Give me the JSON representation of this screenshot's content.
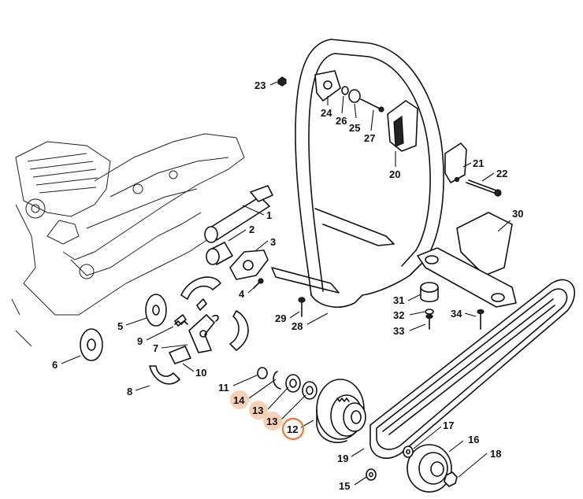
{
  "callouts": [
    {
      "id": "1",
      "label": "1"
    },
    {
      "id": "2",
      "label": "2"
    },
    {
      "id": "3",
      "label": "3"
    },
    {
      "id": "4",
      "label": "4"
    },
    {
      "id": "5",
      "label": "5"
    },
    {
      "id": "6",
      "label": "6"
    },
    {
      "id": "7",
      "label": "7"
    },
    {
      "id": "8",
      "label": "8"
    },
    {
      "id": "9",
      "label": "9"
    },
    {
      "id": "10",
      "label": "10"
    },
    {
      "id": "11",
      "label": "11"
    },
    {
      "id": "12",
      "label": "12",
      "highlight": "ring"
    },
    {
      "id": "13a",
      "label": "13",
      "highlight": "fill"
    },
    {
      "id": "13b",
      "label": "13",
      "highlight": "fill"
    },
    {
      "id": "14",
      "label": "14",
      "highlight": "fill"
    },
    {
      "id": "15",
      "label": "15"
    },
    {
      "id": "16",
      "label": "16"
    },
    {
      "id": "17",
      "label": "17"
    },
    {
      "id": "18",
      "label": "18"
    },
    {
      "id": "19",
      "label": "19"
    },
    {
      "id": "20",
      "label": "20"
    },
    {
      "id": "21",
      "label": "21"
    },
    {
      "id": "22",
      "label": "22"
    },
    {
      "id": "23",
      "label": "23"
    },
    {
      "id": "24",
      "label": "24"
    },
    {
      "id": "25",
      "label": "25"
    },
    {
      "id": "26",
      "label": "26"
    },
    {
      "id": "27",
      "label": "27"
    },
    {
      "id": "28",
      "label": "28"
    },
    {
      "id": "29",
      "label": "29"
    },
    {
      "id": "30",
      "label": "30"
    },
    {
      "id": "31",
      "label": "31"
    },
    {
      "id": "32",
      "label": "32"
    },
    {
      "id": "33",
      "label": "33"
    },
    {
      "id": "34",
      "label": "34"
    }
  ],
  "colors": {
    "highlight_fill": "#f6cfb3",
    "highlight_ring": "#e8823d",
    "line": "#111111"
  }
}
